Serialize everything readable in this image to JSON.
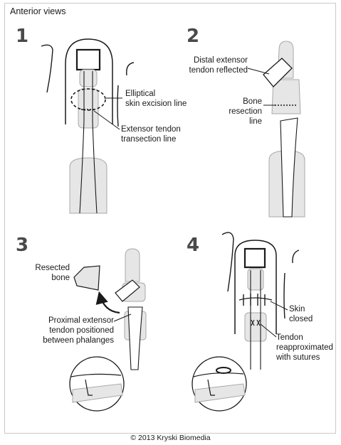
{
  "title": "Anterior views",
  "panels": [
    {
      "number": "1",
      "labels": [
        {
          "lines": [
            "Elliptical",
            "skin excision line"
          ]
        },
        {
          "lines": [
            "Extensor tendon",
            "transection line"
          ]
        }
      ]
    },
    {
      "number": "2",
      "labels": [
        {
          "lines": [
            "Distal extensor",
            "tendon reflected"
          ]
        },
        {
          "lines": [
            "Bone",
            "resection",
            "line"
          ]
        }
      ]
    },
    {
      "number": "3",
      "labels": [
        {
          "lines": [
            "Resected",
            "bone"
          ]
        },
        {
          "lines": [
            "Proximal extensor",
            "tendon positioned",
            "between phalanges"
          ]
        }
      ]
    },
    {
      "number": "4",
      "labels": [
        {
          "lines": [
            "Skin",
            "closed"
          ]
        },
        {
          "lines": [
            "Tendon",
            "reapproximated",
            "with sutures"
          ]
        }
      ]
    }
  ],
  "copyright": "© 2013 Kryski Biomedia",
  "colors": {
    "bone_fill": "#e6e6e6",
    "bone_stroke": "#a8a8a8",
    "outline": "#1a1a1a",
    "number": "#4a4a4a"
  }
}
